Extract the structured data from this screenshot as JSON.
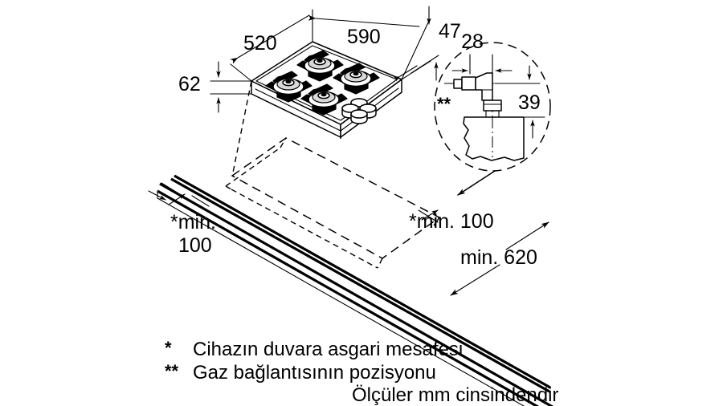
{
  "document": {
    "type": "technical-installation-drawing",
    "subject": "Gas hob installation dimensions",
    "units_note": "Ölçüler mm cinsindendir"
  },
  "colors": {
    "line": "#000000",
    "background": "#ffffff",
    "burner_cap": "#d9d9d9",
    "pan_support": "#000000"
  },
  "dimensions": {
    "depth": "520",
    "width": "590",
    "height": "62",
    "offset_right": "47",
    "gas_connection_horizontal": "28",
    "gas_connection_vertical": "39",
    "wall_clearance_left": "*min.",
    "wall_clearance_left_value": "100",
    "wall_clearance_back": "*min. 100",
    "worktop_depth": "min. 620"
  },
  "markers": {
    "single_asterisk": "*",
    "double_asterisk": "**"
  },
  "legend": {
    "items": [
      {
        "marker": "*",
        "text": "Cihazın duvara asgari mesafesi"
      },
      {
        "marker": "**",
        "text": "Gaz bağlantısının pozisyonu"
      }
    ],
    "units": "Ölçüler mm cinsindendir"
  },
  "components": {
    "hob_label": "gas-hob",
    "burner_count": 4,
    "knob_count": 4,
    "cutout_label": "worktop-cutout",
    "detail_circle_label": "gas-connection-detail",
    "worktop_label": "worktop"
  }
}
